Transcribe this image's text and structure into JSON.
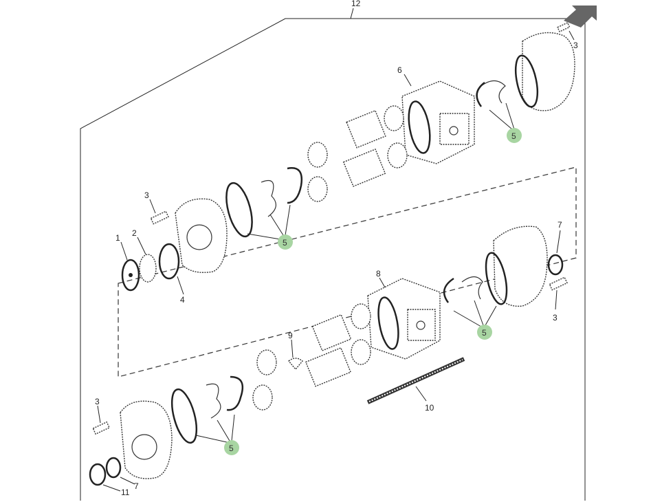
{
  "diagram": {
    "title_callout": "12",
    "callout_highlight_color": "#a8d5a2",
    "arrow_color": "#666666",
    "labels": {
      "frame": "12",
      "cap_screw_top_right": "3",
      "pump_body_upper": "6",
      "seals_upper_right": "5",
      "cap_screw_upper_left": "3",
      "spacer": "2",
      "washer": "1",
      "oring_left": "4",
      "seals_upper_left": "5",
      "bearing_right": "7",
      "pump_body_lower": "8",
      "cap_screw_lower_right": "3",
      "seals_lower_right": "5",
      "key": "9",
      "tie_bolt": "10",
      "cap_screw_lower_left": "3",
      "seals_lower_left": "5",
      "snap_ring": "11",
      "bearing_left": "7"
    }
  }
}
